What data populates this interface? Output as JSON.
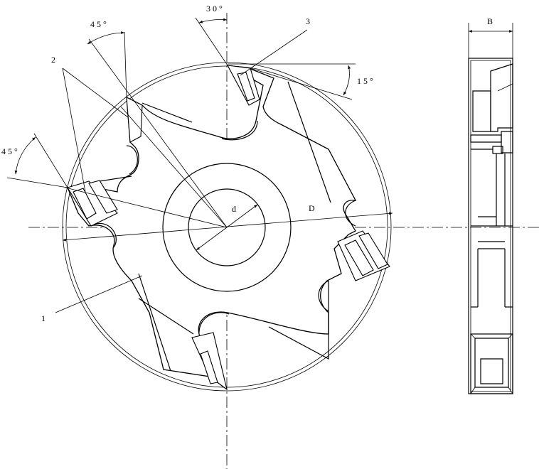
{
  "labels": {
    "angle_top": "3 0 °",
    "angle_left_upper": "4 5 °",
    "angle_left": "4 5 °",
    "angle_right": "1 5 °",
    "part_1": "1",
    "part_2": "2",
    "part_3": "3",
    "dim_d": "d",
    "dim_D": "D",
    "dim_B": "B"
  }
}
